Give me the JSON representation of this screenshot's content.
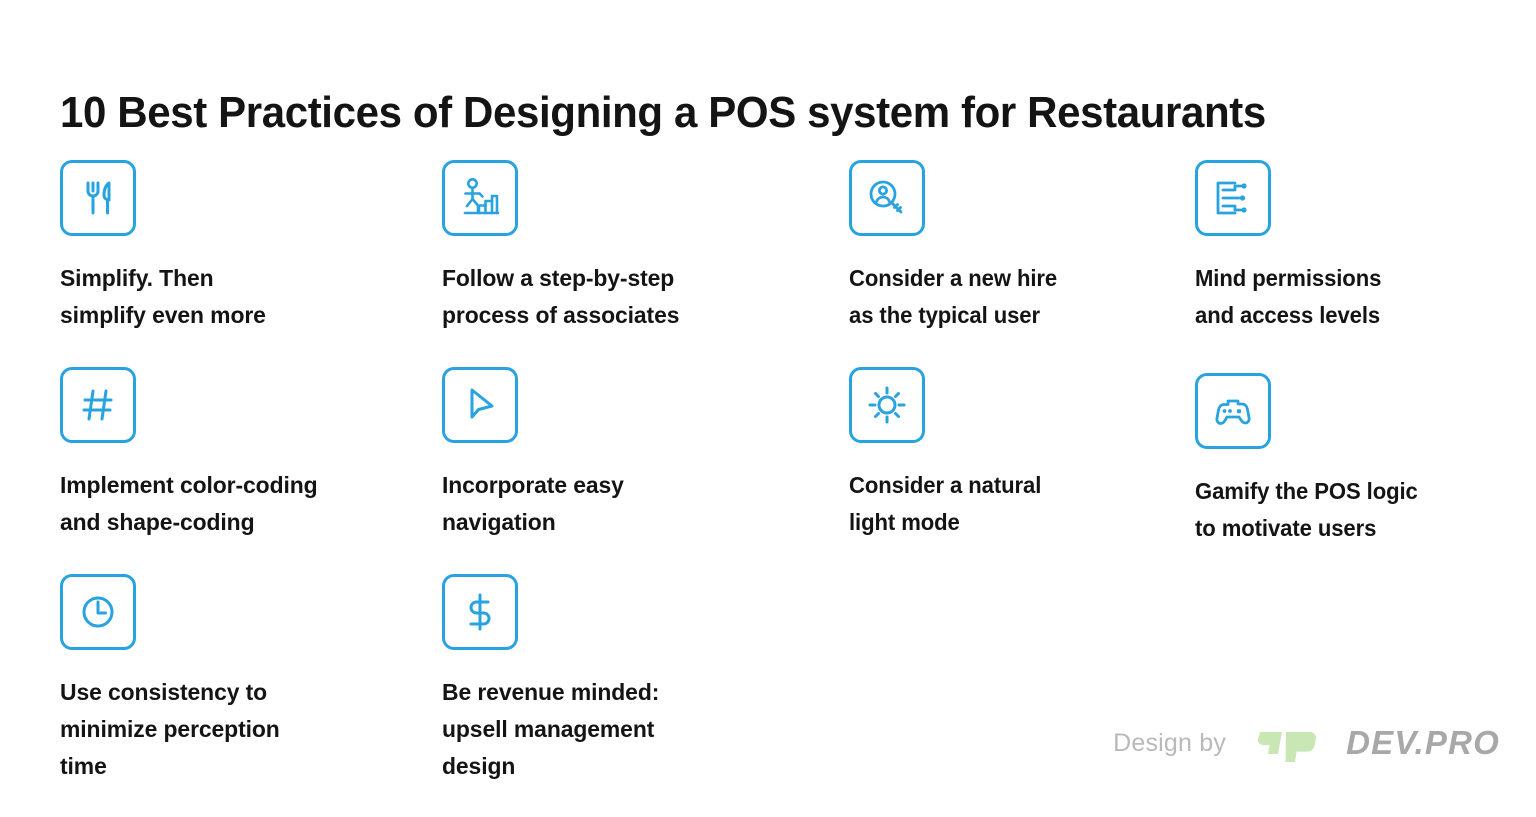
{
  "page": {
    "title": "10 Best Practices of Designing a POS system for Restaurants",
    "background_color": "#ffffff",
    "accent_color": "#29A3E0",
    "text_color": "#141414"
  },
  "practices": [
    {
      "index": 1,
      "icon": "fork-knife-icon",
      "label": "Simplify. Then\nsimplify even more"
    },
    {
      "index": 2,
      "icon": "person-climbing-steps-icon",
      "label": "Follow a step-by-step\nprocess of associates"
    },
    {
      "index": 3,
      "icon": "user-search-magnifier-icon",
      "label": "Consider a new hire\nas the typical user"
    },
    {
      "index": 4,
      "icon": "circuit-permissions-icon",
      "label": "Mind permissions\nand access levels"
    },
    {
      "index": 5,
      "icon": "hash-grid-icon",
      "label": "Implement color-coding\nand shape-coding"
    },
    {
      "index": 6,
      "icon": "cursor-pointer-icon",
      "label": "Incorporate easy\nnavigation"
    },
    {
      "index": 7,
      "icon": "sun-brightness-icon",
      "label": "Consider a natural\nlight mode"
    },
    {
      "index": 8,
      "icon": "game-controller-icon",
      "label": "Gamify the POS logic\nto motivate users"
    },
    {
      "index": 9,
      "icon": "clock-icon",
      "label": "Use consistency to\nminimize perception\ntime"
    },
    {
      "index": 10,
      "icon": "dollar-sign-icon",
      "label": "Be revenue minded:\nupsell management\ndesign"
    }
  ],
  "credit": {
    "prefix": "Design by",
    "logo_mark": "dp",
    "logo_wordmark": "DEV.PRO",
    "mark_color": "#C9E6B5",
    "wordmark_color": "#a8a8a8",
    "prefix_color": "#b9b9b9"
  }
}
